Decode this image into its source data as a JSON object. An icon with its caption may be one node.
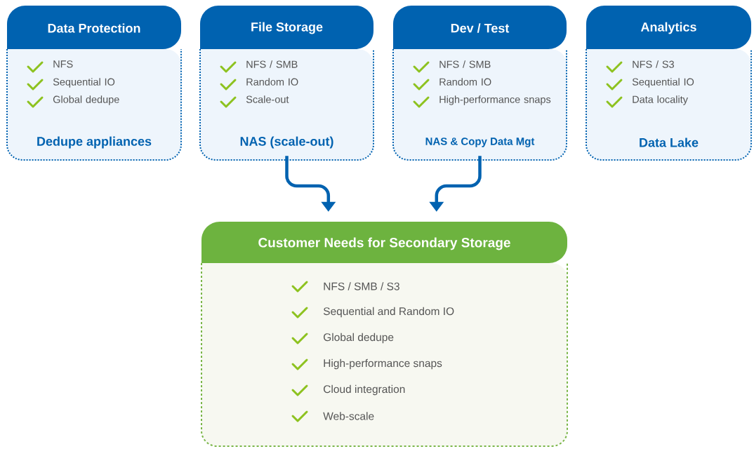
{
  "diagram": {
    "nodes": [
      {
        "text": [
          "Data Protection",
          "NFS",
          "Sequential IO",
          "Global dedupe",
          "Dedupe appliances"
        ]
      },
      {
        "text": [
          "File Storage",
          "NFS / SMB",
          "Random IO",
          "Scale-out",
          "NAS (scale-out)"
        ]
      },
      {
        "text": [
          "Dev / Test",
          "NFS / SMB",
          "Random IO",
          "High-performance snaps",
          "NAS & Copy Data Mgt"
        ]
      },
      {
        "text": [
          "Analytics",
          "NFS / S3",
          "Sequential IO",
          "Data locality",
          "Data Lake"
        ]
      },
      {
        "text": [
          "Customer Needs for Secondary Storage",
          "NFS / SMB / S3",
          "Sequential and Random IO",
          "Global dedupe",
          "High-performance snaps",
          "Cloud integration",
          "Web-scale"
        ]
      }
    ],
    "edges": [
      {
        "from": 1,
        "to": 4,
        "arrow": "to"
      },
      {
        "from": 2,
        "to": 4,
        "arrow": "to"
      }
    ]
  }
}
